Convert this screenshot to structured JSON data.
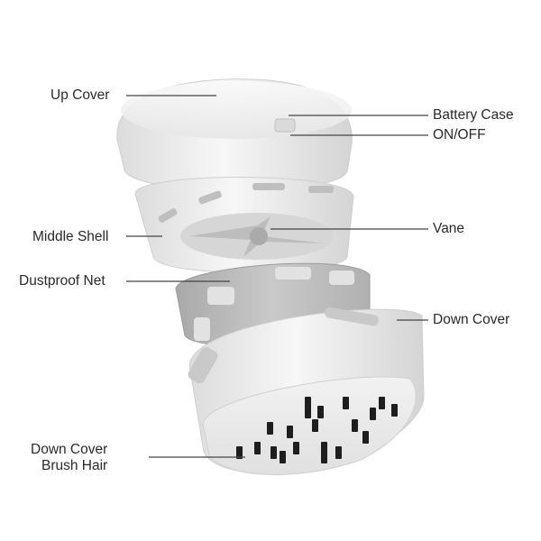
{
  "labels": {
    "up_cover": "Up Cover",
    "battery_case": "Battery Case",
    "on_off": "ON/OFF",
    "middle_shell": "Middle Shell",
    "vane": "Vane",
    "dustproof_net": "Dustproof Net",
    "down_cover": "Down Cover",
    "down_cover_brush_hair_line1": "Down Cover",
    "down_cover_brush_hair_line2": "Brush Hair"
  },
  "colors": {
    "shell_light": "#f4f4f4",
    "shell_mid": "#e2e2e2",
    "shell_shadow": "#c4c4c4",
    "net": "#b9b9b9",
    "brush": "#1e1e1e",
    "leader_line": "#444444"
  }
}
